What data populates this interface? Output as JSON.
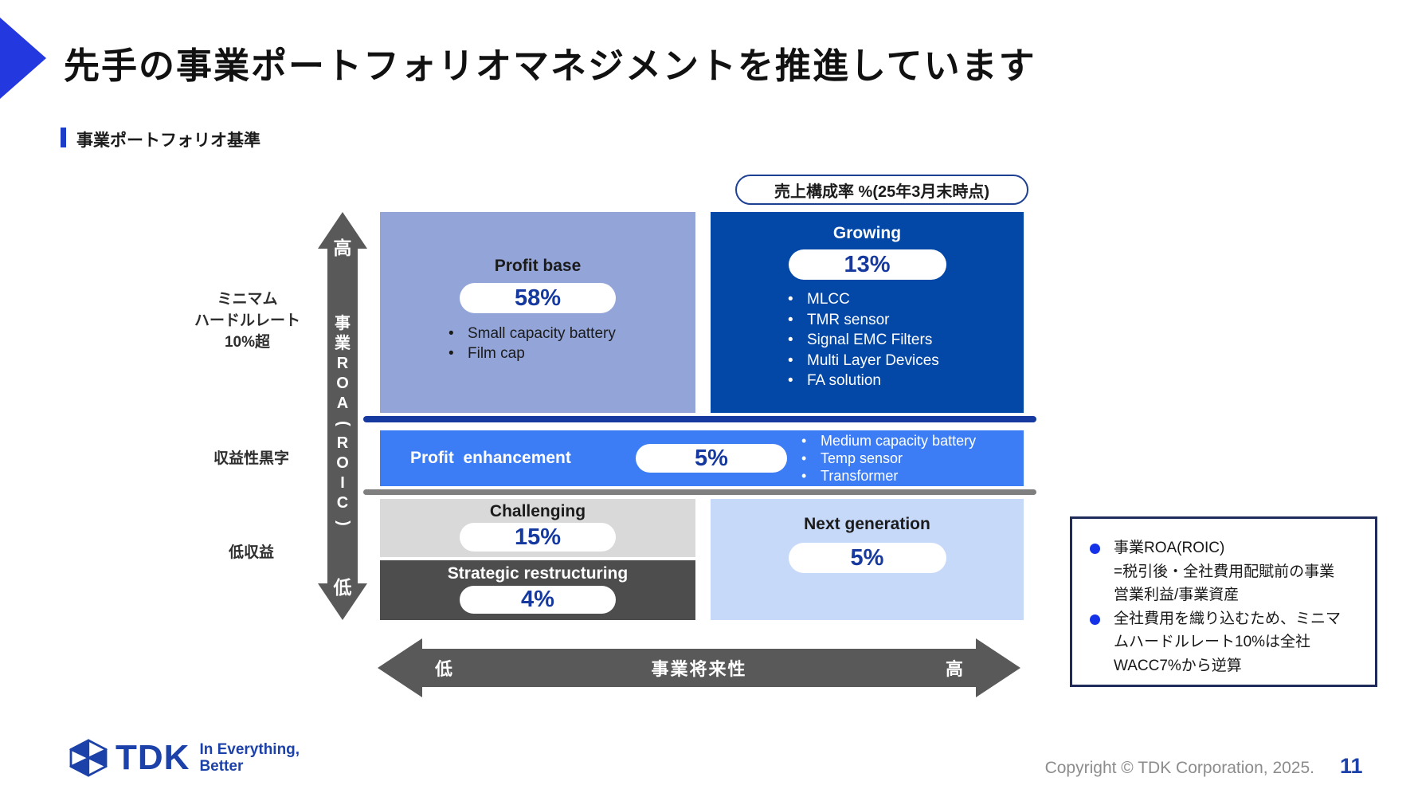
{
  "slide": {
    "title": "先手の事業ポートフォリオマネジメントを推進しています",
    "subtitle": "事業ポートフォリオ基準",
    "ratio_label": "売上構成率 %(25年3月末時点)"
  },
  "axes": {
    "y_high": "高",
    "y_low": "低",
    "y_arrow_label": "事業ROA(ROIC)",
    "x_low": "低",
    "x_label": "事業将来性",
    "x_high": "高",
    "row_labels": [
      "ミニマム\nハードルレート\n10%超",
      "収益性黒字",
      "低収益"
    ]
  },
  "quadrants": {
    "profit_base": {
      "title": "Profit base",
      "pct": "58%",
      "items": [
        "Small capacity battery",
        "Film cap"
      ]
    },
    "growing": {
      "title": "Growing",
      "pct": "13%",
      "items": [
        "MLCC",
        "TMR sensor",
        "Signal EMC Filters",
        "Multi Layer Devices",
        "FA solution"
      ]
    },
    "profit_enhancement": {
      "title": "Profit  enhancement",
      "pct": "5%",
      "items": [
        "Medium capacity battery",
        "Temp sensor",
        "Transformer"
      ]
    },
    "challenging": {
      "title": "Challenging",
      "pct": "15%"
    },
    "strategic": {
      "title": "Strategic restructuring",
      "pct": "4%"
    },
    "next_generation": {
      "title": "Next generation",
      "pct": "5%"
    }
  },
  "note": {
    "bullets": [
      "事業ROA(ROIC)\n=税引後・全社費用配賦前の事業\n営業利益/事業資産",
      "全社費用を織り込むため、ミニマ\nムハードルレート10%は全社\nWACC7%から逆算"
    ]
  },
  "footer": {
    "logo_text": "TDK",
    "tagline": "In Everything,\nBetter",
    "copyright": "Copyright  © TDK Corporation, 2025.",
    "page": "11"
  },
  "colors": {
    "accent_blue": "#2438DF",
    "quad_profit_base": "#93A5D8",
    "quad_growing": "#0347A7",
    "quad_band": "#3C7DF6",
    "quad_challenging": "#D9D9D9",
    "quad_strategic": "#4D4D4D",
    "quad_next_generation": "#C6D9F8",
    "divider_blue": "#16399F",
    "divider_gray": "#7F7F7F",
    "arrow_gray": "#595959",
    "pct_text": "#16399F",
    "logo_blue": "#1C41A8"
  }
}
